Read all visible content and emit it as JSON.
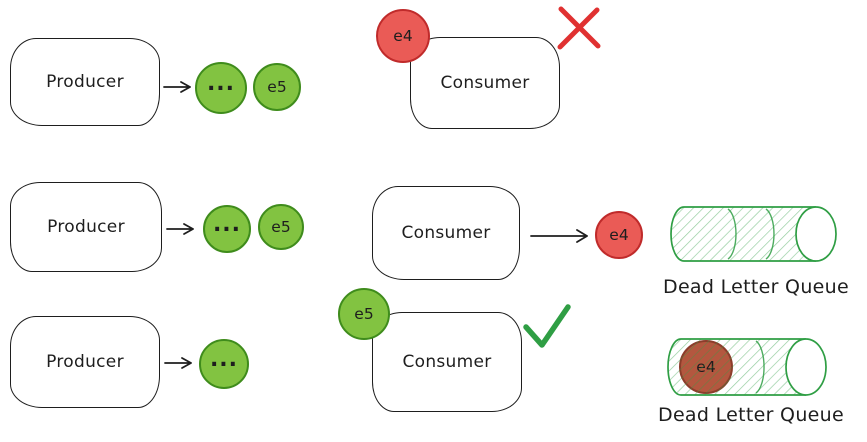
{
  "palette": {
    "ink": "#1e1e1e",
    "event_green_fill": "#82c341",
    "event_green_stroke": "#3f8c1c",
    "event_red_fill": "#ea5b56",
    "event_red_stroke": "#c02b2b",
    "fail_mark": "#e03131",
    "success_mark": "#2f9e44",
    "queue_outline": "#2f9e44",
    "dlq_event_fill": "#b4573f",
    "dlq_event_stroke": "#8c3d2b"
  },
  "rows": [
    {
      "producer_label": "Producer",
      "events": [
        "...",
        "e5"
      ],
      "consumer_label": "Consumer",
      "failed_event_label": "e4"
    },
    {
      "producer_label": "Producer",
      "events": [
        "...",
        "e5"
      ],
      "consumer_label": "Consumer",
      "dead_event_label": "e4",
      "dlq_label": "Dead Letter Queue"
    },
    {
      "producer_label": "Producer",
      "events": [
        "..."
      ],
      "consumer_label": "Consumer",
      "retry_event_label": "e5",
      "dlq_event_label": "e4",
      "dlq_label": "Dead Letter Queue"
    }
  ]
}
